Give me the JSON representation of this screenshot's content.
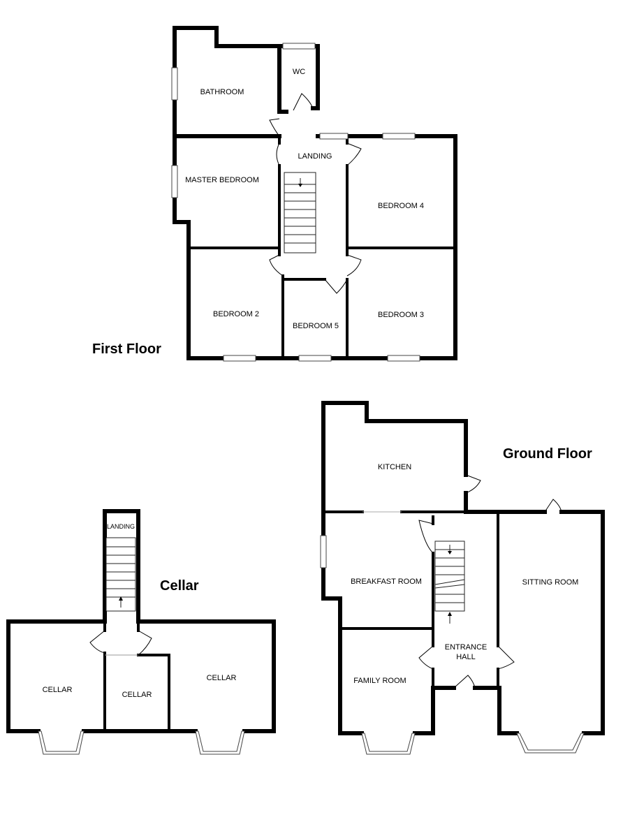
{
  "floors": {
    "first": {
      "title": "First Floor",
      "rooms": {
        "bathroom": "BATHROOM",
        "wc": "WC",
        "landing": "LANDING",
        "master_bedroom": "MASTER BEDROOM",
        "bedroom4": "BEDROOM 4",
        "bedroom2": "BEDROOM 2",
        "bedroom5": "BEDROOM 5",
        "bedroom3": "BEDROOM 3"
      }
    },
    "ground": {
      "title": "Ground Floor",
      "rooms": {
        "kitchen": "KITCHEN",
        "breakfast_room": "BREAKFAST ROOM",
        "sitting_room": "SITTING ROOM",
        "entrance_hall_1": "ENTRANCE",
        "entrance_hall_2": "HALL",
        "family_room": "FAMILY ROOM"
      }
    },
    "cellar": {
      "title": "Cellar",
      "rooms": {
        "landing": "LANDING",
        "cellar_left": "CELLAR",
        "cellar_middle": "CELLAR",
        "cellar_right": "CELLAR"
      }
    }
  }
}
